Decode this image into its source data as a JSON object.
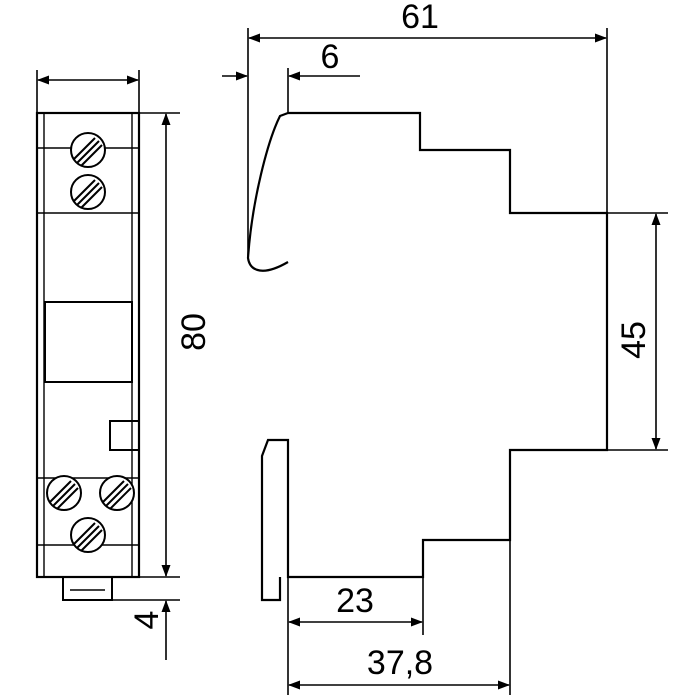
{
  "dimensions": {
    "overall_depth": "61",
    "front_offset": "6",
    "height": "80",
    "top_height": "45",
    "front_to_step": "23",
    "front_to_base": "37,8",
    "clip_height": "4"
  },
  "colors": {
    "line": "#000000",
    "face_fill": "#ffffff"
  }
}
